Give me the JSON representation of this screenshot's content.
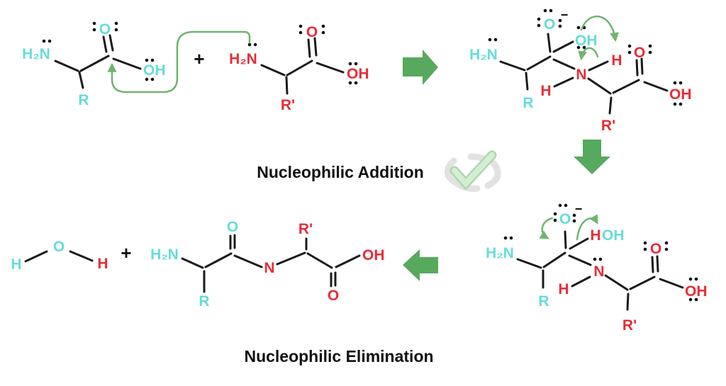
{
  "labels": {
    "addition": "Nucleophilic Addition",
    "elimination": "Nucleophilic Elimination"
  },
  "operators": {
    "plus1": "+",
    "plus2": "+"
  },
  "colors": {
    "cyan": "#66DCDC",
    "red": "#E62D37",
    "bond": "#1B1B1B",
    "arrow": "#57A95D",
    "curve": "#6FB56F",
    "check_green": "#D4EED3",
    "check_edge": "#ACD9AB",
    "check_gray": "#E2E2E2"
  },
  "icons": {
    "checkmark": "checkmark-watermark"
  },
  "molecules": {
    "amino_acid_1": {
      "amine": "H₂N",
      "side_chain": "R",
      "carbonyl_o": "O",
      "hydroxyl": "OH"
    },
    "amino_acid_2": {
      "amine": "H₂N",
      "side_chain": "R'",
      "carbonyl_o": "O",
      "hydroxyl": "OH"
    },
    "intermediate_addition": {
      "amine": "H₂N",
      "side_chain": "R",
      "alkoxide_o": "O",
      "alkoxide_charge": "−",
      "hydroxyl": "OH",
      "transfer_h": "H",
      "amide_n": "N",
      "amide_h": "H",
      "side_chain_2": "R'",
      "carbonyl_o": "O",
      "carboxyl_oh": "OH"
    },
    "intermediate_elimination": {
      "amine": "H₂N",
      "side_chain": "R",
      "alkoxide_o": "O",
      "alkoxide_charge": "−",
      "leaving_h": "H",
      "leaving_oh": "OH",
      "amide_n": "N",
      "amide_h": "H",
      "side_chain_2": "R'",
      "carbonyl_o": "O",
      "carboxyl_oh": "OH"
    },
    "water": {
      "h_left": "H",
      "o": "O",
      "h_right": "H"
    },
    "dipeptide": {
      "amine": "H₂N",
      "side_chain": "R",
      "peptide_o": "O",
      "amide_n": "N",
      "side_chain_2": "R'",
      "carbonyl_o": "O",
      "hydroxyl": "OH"
    }
  }
}
